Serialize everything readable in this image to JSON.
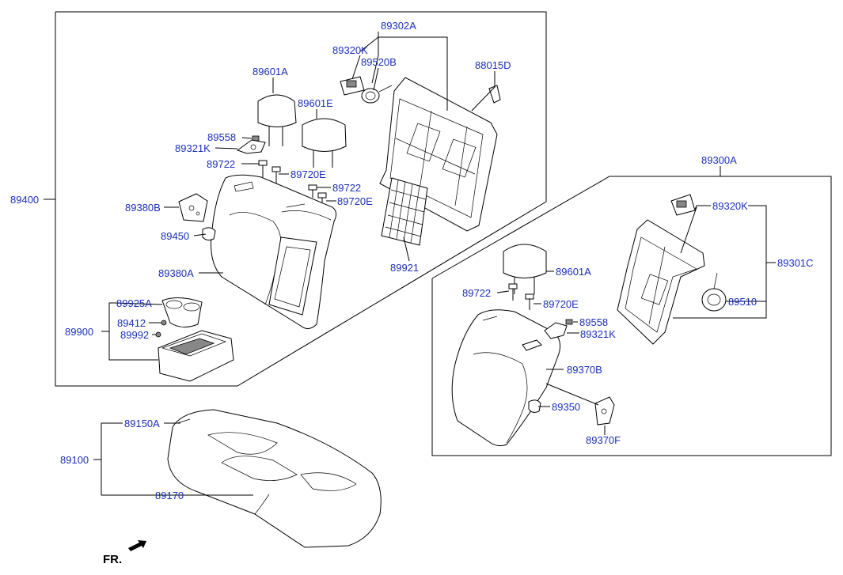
{
  "labels": {
    "p89302A": "89302A",
    "p89320K_a": "89320K",
    "p89520B": "89520B",
    "p88015D": "88015D",
    "p89601A_a": "89601A",
    "p89601E": "89601E",
    "p89558_a": "89558",
    "p89321K_a": "89321K",
    "p89722_a": "89722",
    "p89720E_a": "89720E",
    "p89722_b": "89722",
    "p89720E_b": "89720E",
    "p89400": "89400",
    "p89380B": "89380B",
    "p89450": "89450",
    "p89380A": "89380A",
    "p89921": "89921",
    "p89925A": "89925A",
    "p89900": "89900",
    "p89412": "89412",
    "p89992": "89992",
    "p89300A": "89300A",
    "p89320K_b": "89320K",
    "p89301C": "89301C",
    "p89601A_b": "89601A",
    "p89722_c": "89722",
    "p89720E_c": "89720E",
    "p89510": "89510",
    "p89558_b": "89558",
    "p89321K_b": "89321K",
    "p89370B": "89370B",
    "p89350": "89350",
    "p89370F": "89370F",
    "p89150A": "89150A",
    "p89100": "89100",
    "p89170": "89170",
    "fr": "FR."
  }
}
